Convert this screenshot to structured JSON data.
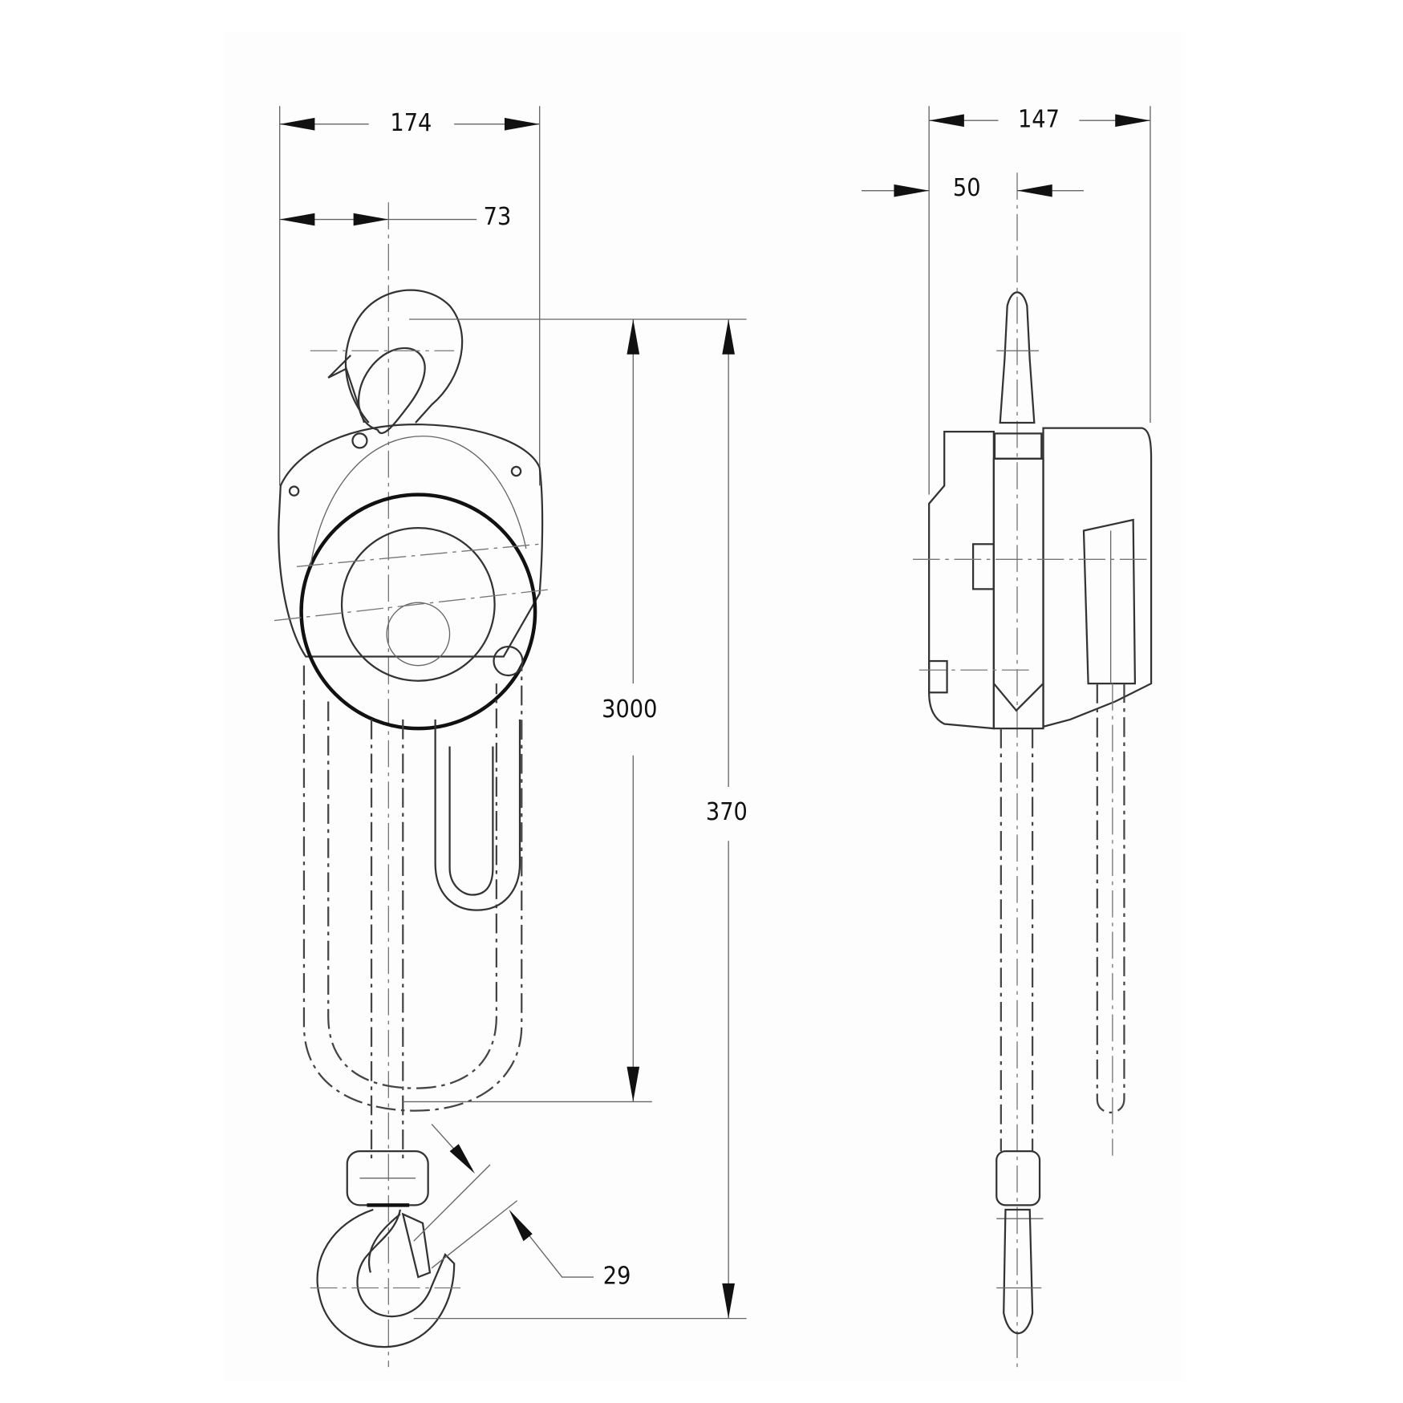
{
  "front_view": {
    "overall_width": "174",
    "hook_offset": "73",
    "lift_height": "3000",
    "headroom": "370",
    "hook_opening": "29"
  },
  "side_view": {
    "overall_depth": "147",
    "hook_offset": "50"
  }
}
